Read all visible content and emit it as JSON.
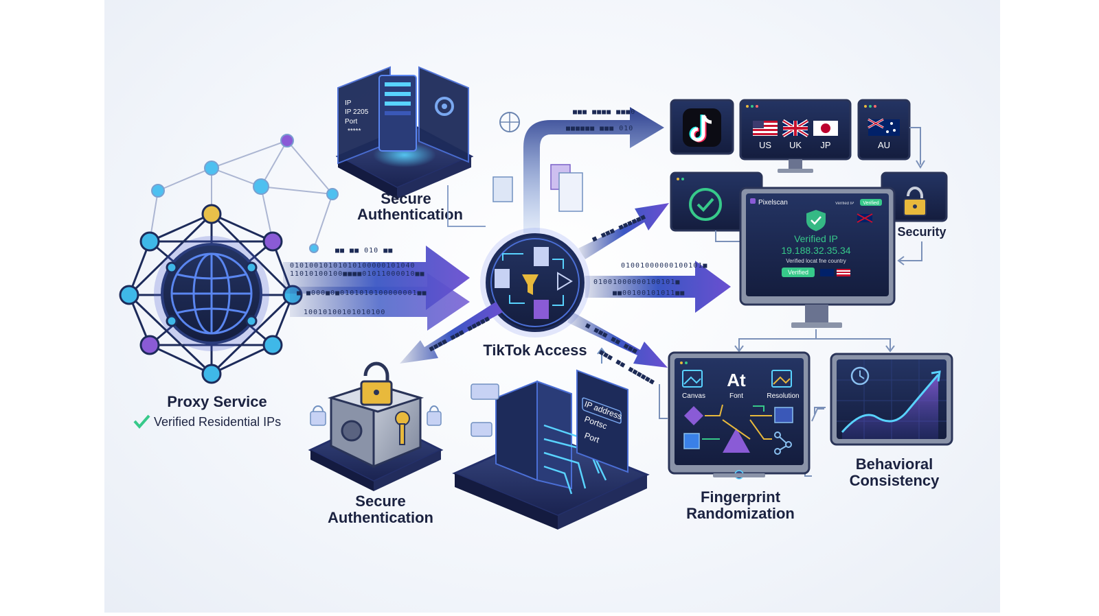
{
  "proxy": {
    "title": "Proxy Service",
    "subtitle": "Verified Residential IPs"
  },
  "auth_top": {
    "line1": "Secure",
    "line2": "Authentication",
    "card_ip": "IP",
    "card_ip_val": "IP 2205",
    "card_port": "Port",
    "card_pw": "*****"
  },
  "center": {
    "title": "TikTok Access"
  },
  "auth_bottom": {
    "line1": "Secure",
    "line2": "Authentication"
  },
  "server_panel": {
    "f1": "IP address",
    "f2": "Portsc",
    "f3": "Port"
  },
  "regions": {
    "us": "US",
    "uk": "UK",
    "jp": "JP",
    "au": "AU"
  },
  "security": {
    "label": "Security"
  },
  "pixelscan": {
    "brand": "Pixelscan",
    "top_status": "Verified IP",
    "top_badge": "Verified",
    "verified_title": "Verified IP",
    "ip": "19.188.32.35.34",
    "note": "Verified locat fne country",
    "button": "Verified"
  },
  "fingerprint": {
    "line1": "Fingerprint",
    "line2": "Randomization",
    "canvas": "Canvas",
    "font_glyph": "At",
    "font": "Font",
    "resolution": "Resolution"
  },
  "behavior": {
    "line1": "Behavioral",
    "line2": "Consistency"
  },
  "binary": {
    "b1": "■■ ■■ 010 ■■",
    "b2": "01010010101010100000101040",
    "b3": "11010100100■■■■01011000010■■",
    "b4": "■ ■000■0■0101010100000001■■",
    "b5": "10010100101010100",
    "b6": "■■■ ■■■■ ■■■0",
    "b7": "■■■■■■ ■■■ 010",
    "b8": "■ ■■■ ■■■■■■",
    "b9": "01001000000100101■",
    "b10": "■■00100101011■■",
    "b11": "■ ■■■ ■■ ■■■",
    "b12": "■■■■ ■■■ ■■■■■",
    "b13": "■■■ ■■ ■■■■■■"
  },
  "colors": {
    "navy": "#1d2b5a",
    "accent": "#4b5fd6",
    "teal": "#33c2e8",
    "green": "#37c98a",
    "purple": "#8a5bd6",
    "gold": "#e8b93c"
  }
}
